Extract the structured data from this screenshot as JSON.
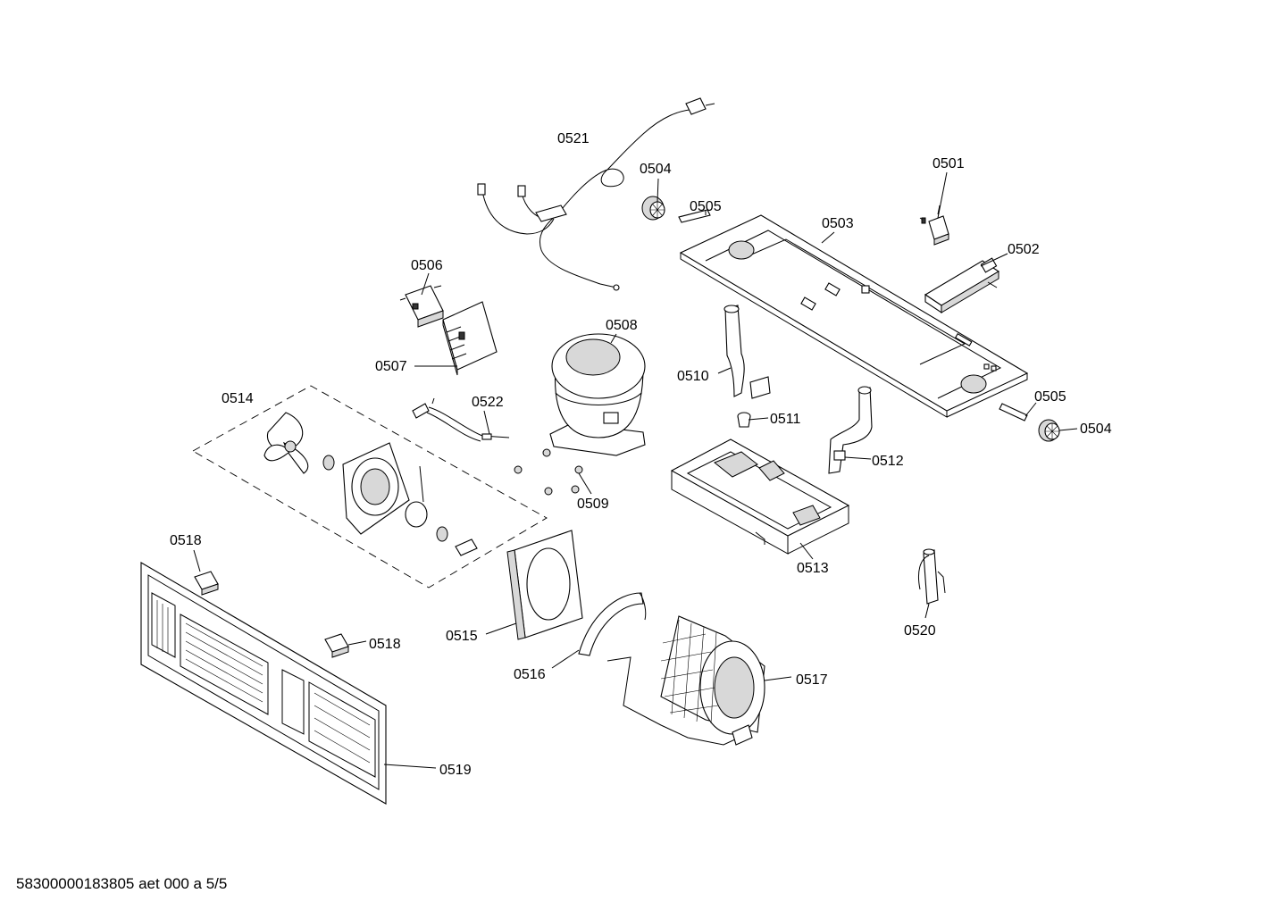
{
  "footer": "58300000183805 aet 000 a 5/5",
  "labels": {
    "l0501": "0501",
    "l0502": "0502",
    "l0503": "0503",
    "l0504a": "0504",
    "l0504b": "0504",
    "l0505a": "0505",
    "l0505b": "0505",
    "l0506": "0506",
    "l0507": "0507",
    "l0508": "0508",
    "l0509": "0509",
    "l0510": "0510",
    "l0511": "0511",
    "l0512": "0512",
    "l0513": "0513",
    "l0514": "0514",
    "l0515": "0515",
    "l0516": "0516",
    "l0517": "0517",
    "l0518a": "0518",
    "l0518b": "0518",
    "l0519": "0519",
    "l0520": "0520",
    "l0521": "0521",
    "l0522": "0522"
  }
}
